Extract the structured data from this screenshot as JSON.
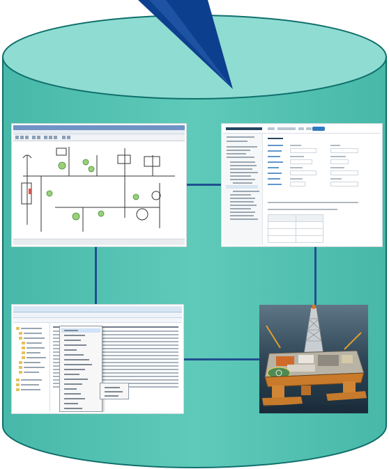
{
  "figure": {
    "colors": {
      "cylinder_side": "#4fbfb0",
      "cylinder_top": "#8fdcd2",
      "cylinder_stroke": "#0f6f6b",
      "arrow": "#0d3f8f",
      "connector": "#1f4f8f"
    },
    "elements": {
      "pid": "pid-diagram-screenshot",
      "doc": "documentation-screenshot",
      "exp": "file-explorer-screenshot",
      "rig": "offshore-platform-photo"
    }
  }
}
